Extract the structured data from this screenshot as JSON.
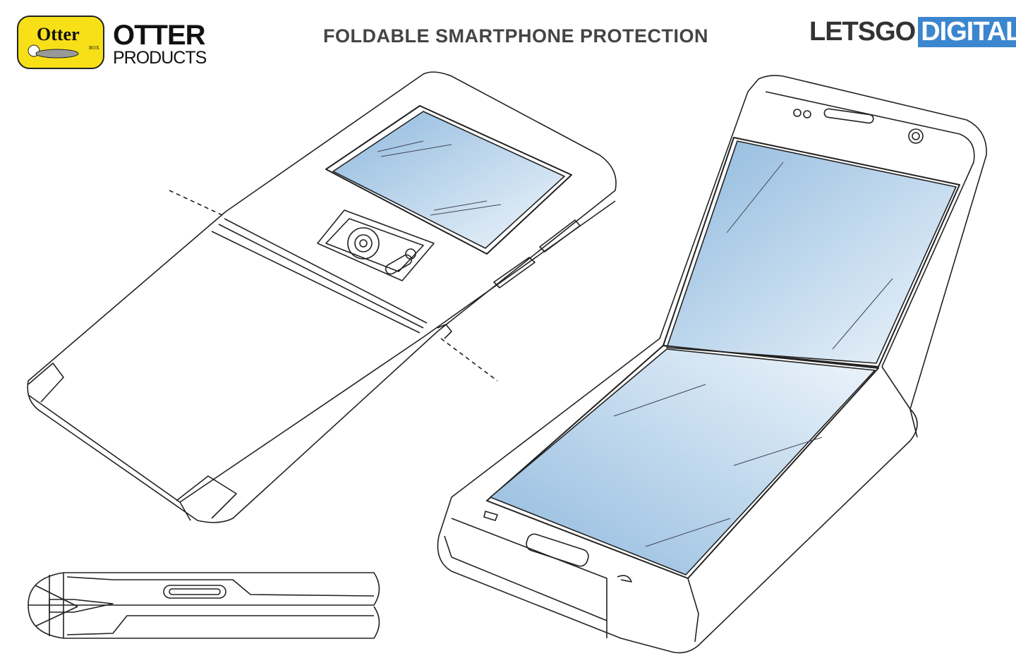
{
  "header": {
    "title": "FOLDABLE SMARTPHONE PROTECTION",
    "otterbox_logo": {
      "word": "Otter",
      "sub": "BOX"
    },
    "otter_products": {
      "line1": "OTTER",
      "line2": "PRODUCTS"
    },
    "letsgo_logo": {
      "part1": "LETSGO",
      "part2": "DIGITAL",
      "accent": "#3b86cf"
    }
  },
  "colors": {
    "screen_light": "#eef5fb",
    "screen_dark": "#8fb9de",
    "line": "#222222",
    "logo_yellow": "#f7e017"
  }
}
